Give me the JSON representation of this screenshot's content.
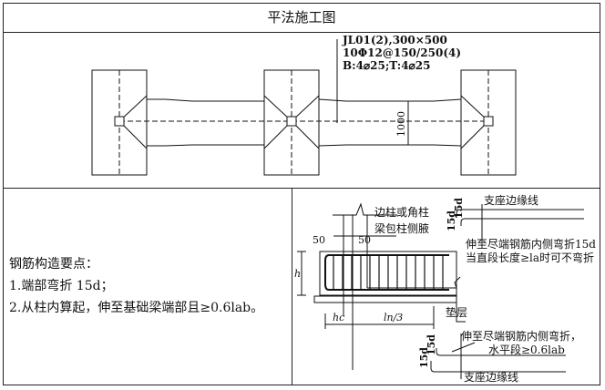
{
  "title": "平法施工图",
  "plan": {
    "beam_label_line1": "JL01(2),300×500",
    "beam_label_line2": "10Φ12@150/250(4)",
    "beam_label_line3": "B:4⌀25;T:4⌀25",
    "dimension": "1000"
  },
  "notes": {
    "heading": "钢筋构造要点：",
    "item1": "1.端部弯折 15d；",
    "item2": "2.从柱内算起，伸至基础梁端部且≥0.6lab。"
  },
  "detail": {
    "edge_corner_column": "边柱或角柱",
    "haunch": "梁包柱侧腋",
    "dim_50_left": "50",
    "dim_50_right": "50",
    "h": "h",
    "hc": "hc",
    "ln3": "ln/3",
    "support_edge_top": "支座边缘线",
    "bend_15d_a": "15d",
    "bend_15d_b": "15d",
    "note_top_1": "伸至尽端钢筋内侧弯折15d",
    "note_top_2": "当直段长度≥la时可不弯折",
    "cushion": "垫层",
    "note_bottom_1": "伸至尽端钢筋内侧弯折，",
    "note_bottom_2": "水平段≥0.6lab",
    "bend_15d_c": "15d",
    "bend_15d_d": "15d",
    "support_edge_bottom": "支座边缘线"
  }
}
